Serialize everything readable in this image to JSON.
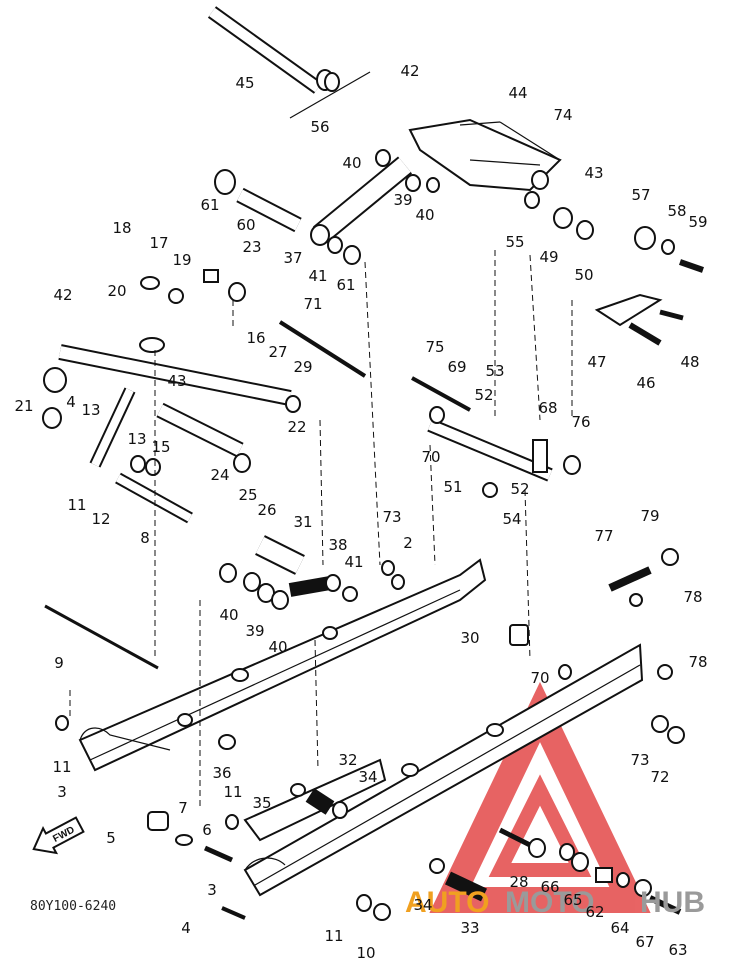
{
  "diagram": {
    "code": "80Y100-6240",
    "fwd_label": "FWD",
    "watermark": {
      "text_a": "AUTO",
      "text_b": "MOTO",
      "text_c": "HUB",
      "color_orange": "#f0a020",
      "color_red": "#e03030",
      "color_gray": "#9a9a9a"
    },
    "callouts": [
      "45",
      "56",
      "42",
      "44",
      "74",
      "40",
      "39",
      "40",
      "43",
      "61",
      "60",
      "37",
      "41",
      "61",
      "55",
      "49",
      "50",
      "57",
      "58",
      "59",
      "18",
      "17",
      "19",
      "23",
      "42",
      "20",
      "71",
      "16",
      "27",
      "29",
      "21",
      "4",
      "13",
      "43",
      "22",
      "13",
      "15",
      "24",
      "25",
      "26",
      "11",
      "12",
      "8",
      "75",
      "69",
      "53",
      "52",
      "68",
      "76",
      "70",
      "51",
      "52",
      "54",
      "47",
      "46",
      "48",
      "31",
      "38",
      "41",
      "73",
      "2",
      "40",
      "39",
      "40",
      "77",
      "79",
      "78",
      "9",
      "30",
      "70",
      "78",
      "11",
      "3",
      "36",
      "73",
      "72",
      "11",
      "35",
      "32",
      "34",
      "5",
      "7",
      "6",
      "28",
      "66",
      "65",
      "62",
      "64",
      "67",
      "63",
      "3",
      "34",
      "33",
      "4",
      "11",
      "10"
    ]
  }
}
